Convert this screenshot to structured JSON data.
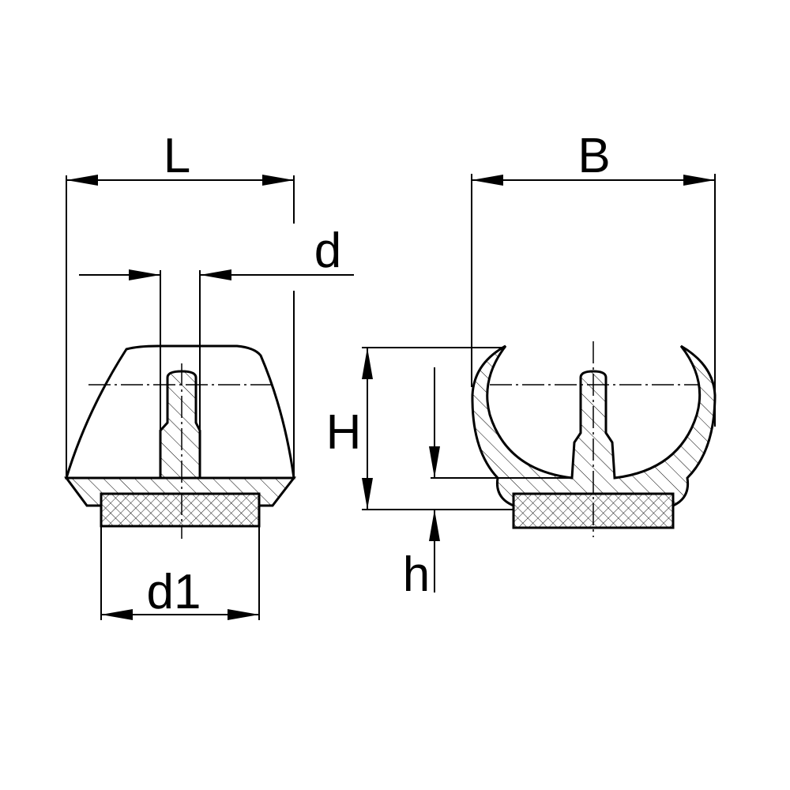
{
  "dimensions": {
    "L": "L",
    "d": "d",
    "d1": "d1",
    "B": "B",
    "H": "H",
    "h": "h"
  }
}
